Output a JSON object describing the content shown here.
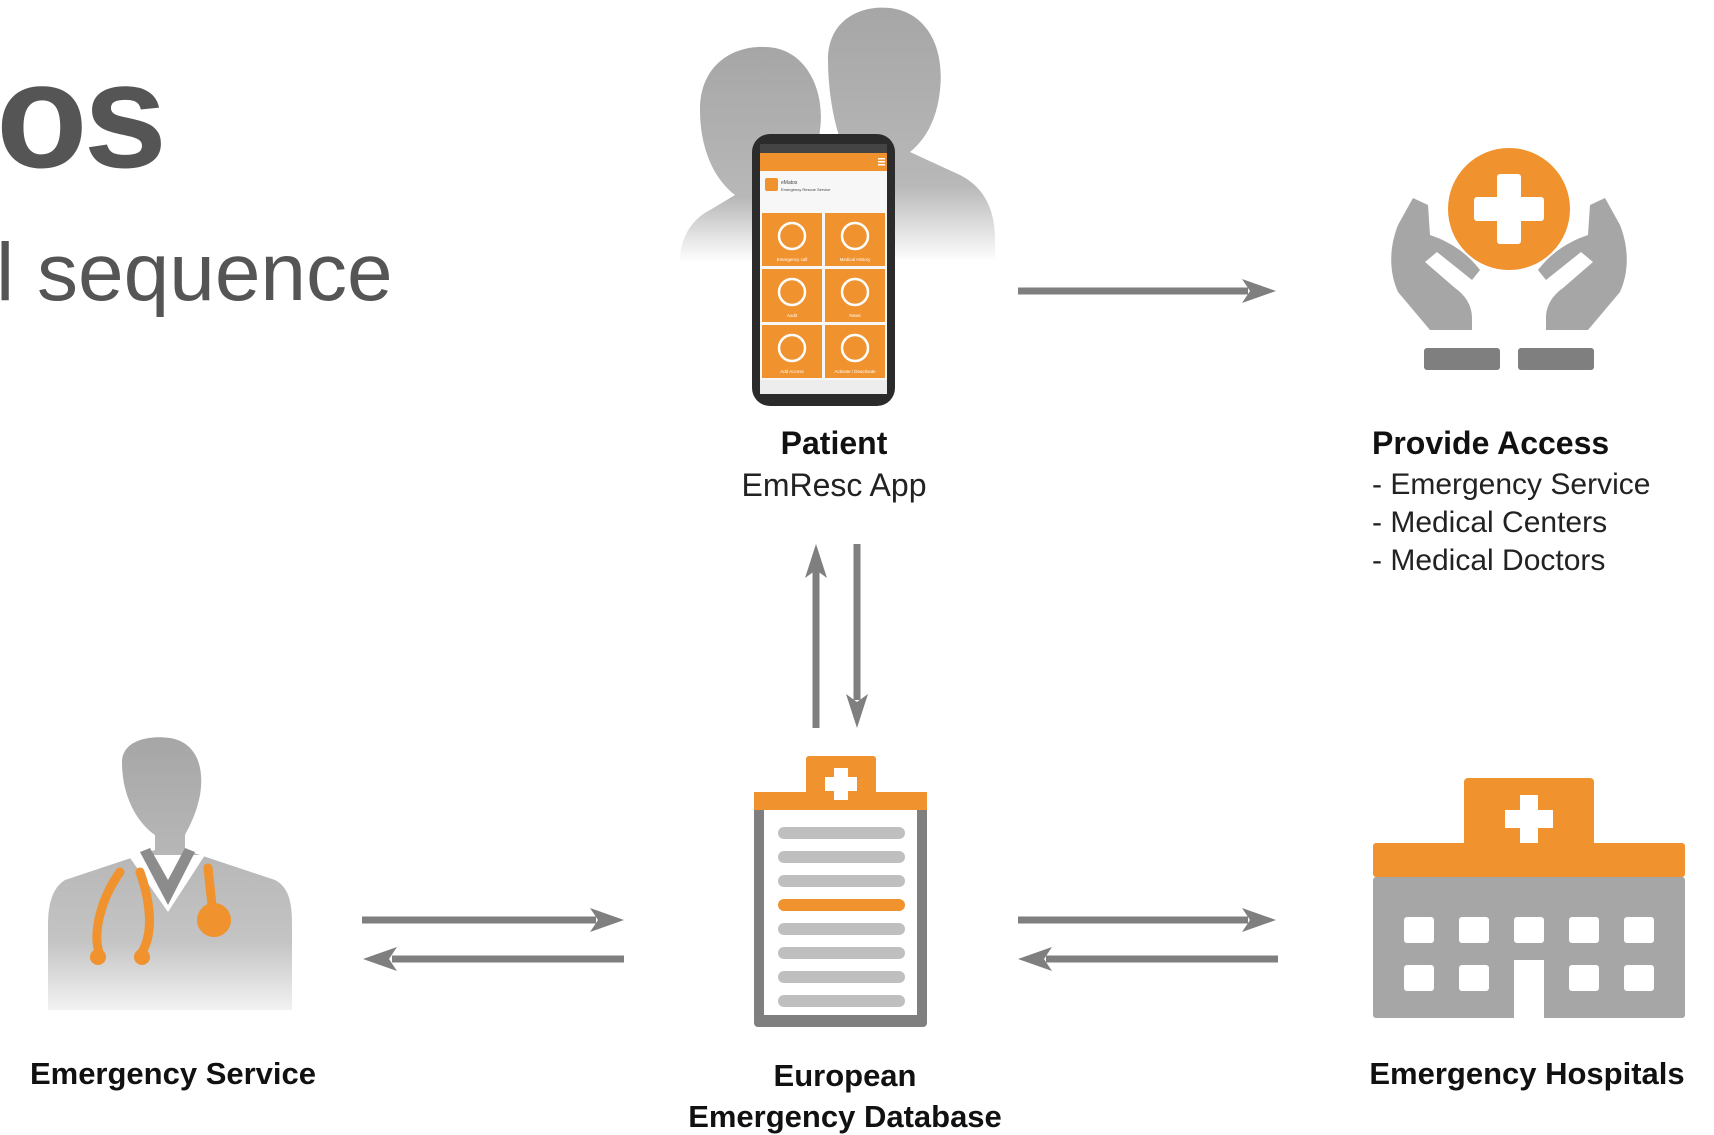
{
  "header": {
    "title_fragment": "os",
    "subtitle_fragment": "l sequence"
  },
  "nodes": {
    "patient": {
      "title": "Patient",
      "subtitle": "EmResc App"
    },
    "provide_access": {
      "title": "Provide Access",
      "items": [
        "- Emergency Service",
        "- Medical Centers",
        "- Medical Doctors"
      ]
    },
    "emergency_service": {
      "title": "Emergency Service"
    },
    "database": {
      "title_line1": "European",
      "title_line2": "Emergency Database"
    },
    "hospitals": {
      "title": "Emergency Hospitals"
    }
  },
  "phone_app": {
    "app_name": "eMatos",
    "app_tagline": "Emergency Rescue Service",
    "tiles": [
      "Emergency call",
      "Medical History",
      "Audit",
      "News",
      "Add Access",
      "Activate / Deactivate"
    ]
  },
  "colors": {
    "accent": "#F0922E",
    "gray_icon": "#A6A6A6",
    "arrow": "#7F7F7F",
    "title_gray": "#555555"
  }
}
